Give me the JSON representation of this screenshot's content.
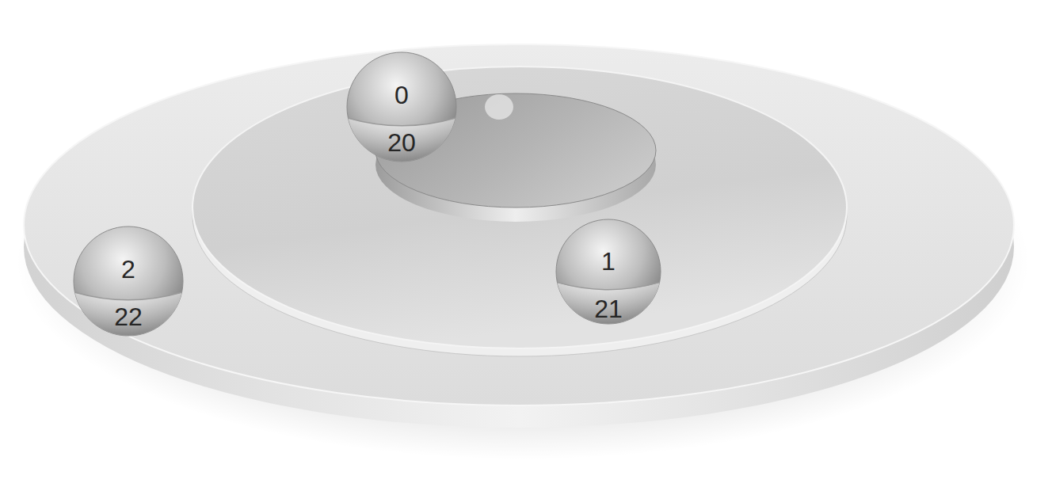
{
  "diagram": {
    "nodes": [
      {
        "text": [
          "0",
          "20"
        ]
      },
      {
        "text": [
          "1",
          "21"
        ]
      },
      {
        "text": [
          "2",
          "22"
        ]
      }
    ]
  }
}
